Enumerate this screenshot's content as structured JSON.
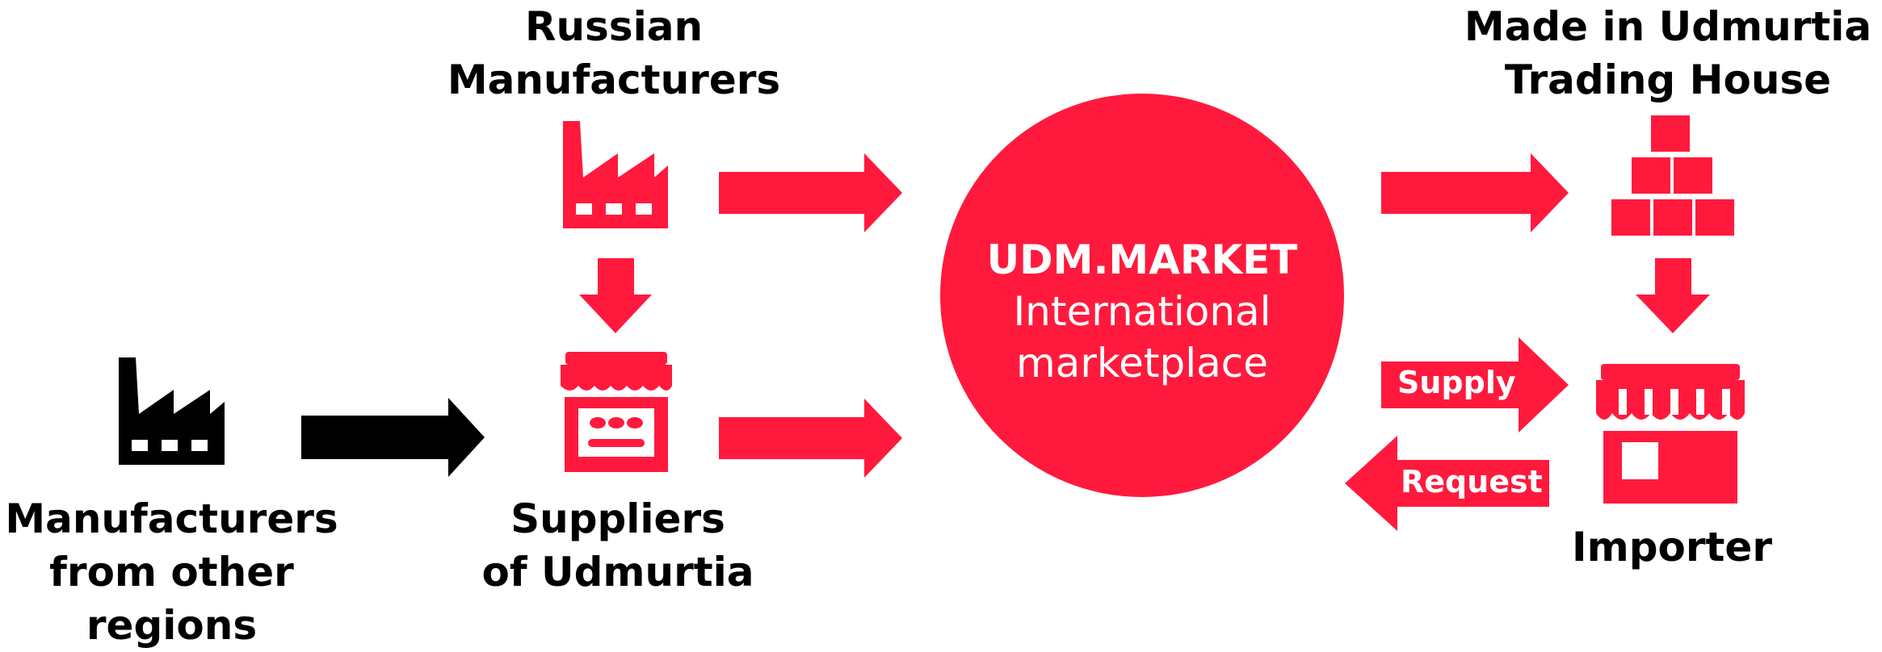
{
  "colors": {
    "accent": "#ff1a3d",
    "dark": "#000000",
    "background": "#ffffff"
  },
  "nodes": {
    "russian_manufacturers": {
      "label": "Russian\nManufacturers",
      "icon": "factory-icon"
    },
    "manufacturers_other_regions": {
      "label": "Manufacturers\nfrom other\nregions",
      "icon": "factory-icon"
    },
    "suppliers_udmurtia": {
      "label": "Suppliers\nof Udmurtia",
      "icon": "market-stall-icon"
    },
    "marketplace": {
      "title": "UDM.MARKET",
      "subtitle1": "International",
      "subtitle2": "marketplace"
    },
    "trading_house": {
      "label": "Made in Udmurtia\nTrading House",
      "icon": "boxes-icon"
    },
    "importer": {
      "label": "Importer",
      "icon": "store-icon"
    }
  },
  "arrows": {
    "supply": "Supply",
    "request": "Request"
  }
}
